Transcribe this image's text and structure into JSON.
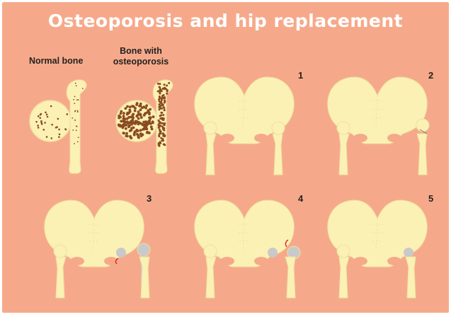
{
  "title": "Osteoporosis and hip replacement",
  "labels": {
    "normal_bone": "Normal bone",
    "osteoporosis_line1": "Bone with",
    "osteoporosis_line2": "osteoporosis"
  },
  "steps": [
    "1",
    "2",
    "3",
    "4",
    "5"
  ],
  "colors": {
    "background": "#f6a98a",
    "bone": "#fbf1b5",
    "bone_shade": "#efe0a0",
    "bone_spots": "#8a4a22",
    "implant": "#c9c9c9",
    "arrow": "#d9261c"
  }
}
